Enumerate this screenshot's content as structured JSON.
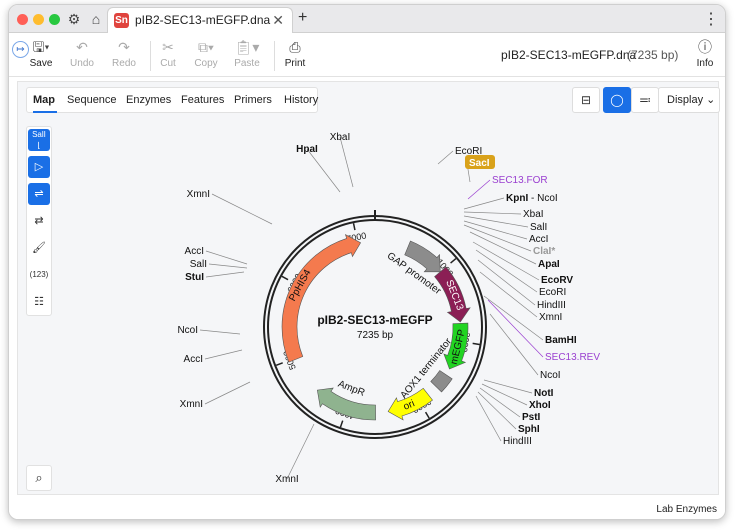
{
  "tab": {
    "title": "pIB2-SEC13-mEGFP.dna",
    "badge": "Sn"
  },
  "toolbar": {
    "save": "Save",
    "undo": "Undo",
    "redo": "Redo",
    "cut": "Cut",
    "copy": "Copy",
    "paste": "Paste",
    "print": "Print",
    "info": "Info",
    "file_title": "pIB2-SEC13-mEGFP.dna",
    "file_bp": "(7235 bp)"
  },
  "view_tabs": [
    "Map",
    "Sequence",
    "Enzymes",
    "Features",
    "Primers",
    "History"
  ],
  "display_label": "Display",
  "left_tools": {
    "enzyme_label": "SalI",
    "numbers_label": "(123)"
  },
  "status": {
    "enzyme_set": "Lab Enzymes"
  },
  "map": {
    "name": "pIB2-SEC13-mEGFP",
    "length": "7235 bp",
    "length_bp": 7235,
    "ticks": [
      {
        "bp": 1000,
        "label": "1000"
      },
      {
        "bp": 2000,
        "label": "2000"
      },
      {
        "bp": 3000,
        "label": "3000"
      },
      {
        "bp": 4000,
        "label": "4000"
      },
      {
        "bp": 5000,
        "label": "5000"
      },
      {
        "bp": 6000,
        "label": "6000"
      },
      {
        "bp": 7000,
        "label": "7000"
      }
    ],
    "features": [
      {
        "name": "GAP promoter",
        "start": 450,
        "end": 1000,
        "color": "#8c8c8c",
        "arrow": true
      },
      {
        "name": "SEC13",
        "start": 1000,
        "end": 1740,
        "color": "#8b1f55",
        "arrow": true
      },
      {
        "name": "mEGFP",
        "start": 1760,
        "end": 2400,
        "color": "#22d422",
        "arrow": true
      },
      {
        "name": "AOX1 terminator",
        "start": 2490,
        "end": 2700,
        "color": "#8c8c8c",
        "arrow": false
      },
      {
        "name": "ori",
        "start": 2850,
        "end": 3440,
        "color": "#ffff00",
        "arrow": true
      },
      {
        "name": "AmpR",
        "start": 3610,
        "end": 4470,
        "color": "#8fb38f",
        "arrow": true
      },
      {
        "name": "PpHIS4",
        "start": 4980,
        "end": 7040,
        "color": "#f47a4e",
        "arrow": true
      }
    ],
    "sites": [
      {
        "label": "EcoRI",
        "style": "normal"
      },
      {
        "label": "SacI",
        "style": "badge"
      },
      {
        "label": "SEC13.FOR",
        "style": "primer"
      },
      {
        "label": "KpnI",
        "style": "bold",
        "suffix": " - NcoI"
      },
      {
        "label": "XbaI",
        "style": "normal"
      },
      {
        "label": "SalI",
        "style": "normal"
      },
      {
        "label": "AccI",
        "style": "normal"
      },
      {
        "label": "ClaI*",
        "style": "gray"
      },
      {
        "label": "ApaI",
        "style": "bold"
      },
      {
        "label": "EcoRV",
        "style": "bold"
      },
      {
        "label": "EcoRI",
        "style": "normal"
      },
      {
        "label": "HindIII",
        "style": "normal"
      },
      {
        "label": "XmnI",
        "style": "normal"
      },
      {
        "label": "BamHI",
        "style": "bold"
      },
      {
        "label": "SEC13.REV",
        "style": "primer"
      },
      {
        "label": "NcoI",
        "style": "normal"
      },
      {
        "label": "NotI",
        "style": "bold"
      },
      {
        "label": "XhoI",
        "style": "bold"
      },
      {
        "label": "PstI",
        "style": "bold"
      },
      {
        "label": "SphI",
        "style": "bold"
      },
      {
        "label": "HindIII",
        "style": "normal"
      },
      {
        "label": "XmnI",
        "style": "normal"
      },
      {
        "label": "XmnI",
        "style": "normal"
      },
      {
        "label": "AccI",
        "style": "normal"
      },
      {
        "label": "NcoI",
        "style": "normal"
      },
      {
        "label": "StuI",
        "style": "bold"
      },
      {
        "label": "SalI",
        "style": "normal"
      },
      {
        "label": "AccI",
        "style": "normal"
      },
      {
        "label": "XmnI",
        "style": "normal"
      },
      {
        "label": "HpaI",
        "style": "bold"
      },
      {
        "label": "XbaI",
        "style": "normal"
      }
    ]
  }
}
